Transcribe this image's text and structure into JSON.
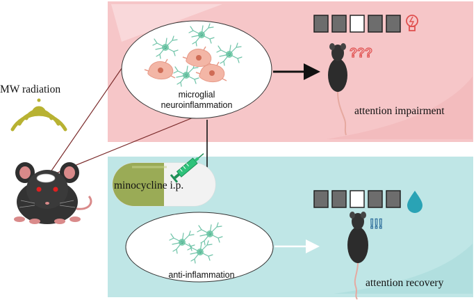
{
  "labels": {
    "radiation": "MW radiation",
    "neuroinflammation_line1": "microglial",
    "neuroinflammation_line2": "neuroinflammation",
    "impairment": "attention impairment",
    "treatment": "minocycline i.p.",
    "anti_inflammation": "anti-inflammation",
    "recovery": "attention recovery",
    "question_marks": "???",
    "exclamation_marks": "!!!"
  },
  "colors": {
    "top_panel": "#f6c6c8",
    "bottom_panel": "#bfe6e6",
    "wave": "#b8b232",
    "pill_green": "#9aab56",
    "question_color": "#e0504f",
    "exclamation_color": "#2f6f9c",
    "drop_color": "#2aa3b5",
    "bulb_color": "#e0504f"
  },
  "icons": {
    "top_state_icon": "lightbulb-icon",
    "bottom_state_icon": "water-drop-icon",
    "treatment_icon": "syringe-icon",
    "source_icon": "wifi-wave-icon"
  },
  "boxes": {
    "top": [
      "gray",
      "gray",
      "white",
      "gray",
      "gray"
    ],
    "bottom": [
      "gray",
      "gray",
      "white",
      "gray",
      "gray"
    ]
  }
}
